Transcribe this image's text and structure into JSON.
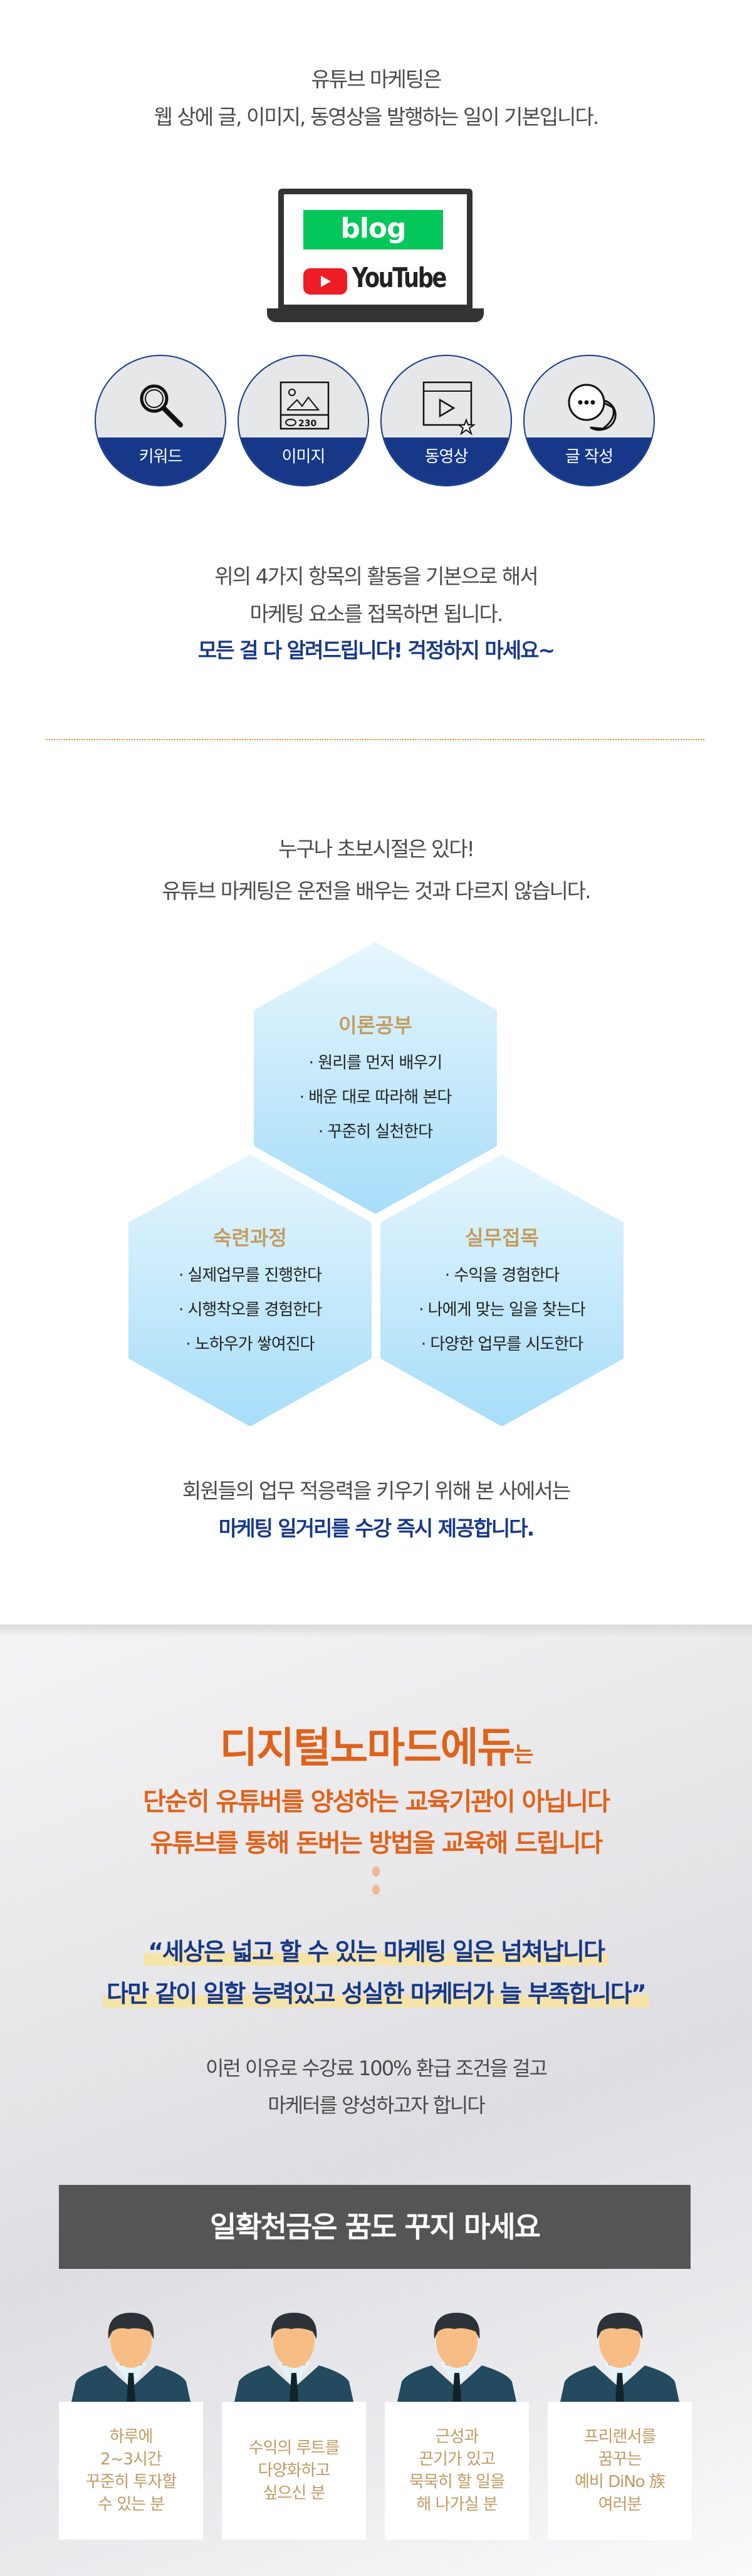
{
  "intro": {
    "line1": "유튜브 마케팅은",
    "line2": "웹 상에 글, 이미지, 동영상을 발행하는 일이 기본입니다."
  },
  "laptop": {
    "blog_logo": "blog",
    "youtube_logo": "YouTube"
  },
  "circles": [
    {
      "label": "키워드",
      "icon": "magnifier-icon"
    },
    {
      "label": "이미지",
      "icon": "image-icon",
      "views": "230"
    },
    {
      "label": "동영상",
      "icon": "video-icon"
    },
    {
      "label": "글 작성",
      "icon": "chat-bubbles-icon"
    }
  ],
  "summary": {
    "line1": "위의 4가지 항목의 활동을 기본으로 해서",
    "line2": "마케팅 요소를 접목하면 됩니다.",
    "highlight": "모든 걸 다 알려드립니다! 걱정하지 마세요~"
  },
  "section2": {
    "line1": "누구나 초보시절은 있다!",
    "line2": "유튜브 마케팅은 운전을 배우는 것과 다르지 않습니다."
  },
  "hexes": [
    {
      "title": "이론공부",
      "items": [
        "· 원리를 먼저 배우기",
        "· 배운 대로 따라해 본다",
        "· 꾸준히 실천한다"
      ]
    },
    {
      "title": "숙련과정",
      "items": [
        "· 실제업무를 진행한다",
        "· 시행착오를 경험한다",
        "· 노하우가 쌓여진다"
      ]
    },
    {
      "title": "실무접목",
      "items": [
        "· 수익을 경험한다",
        "· 나에게 맞는 일을 찾는다",
        "· 다양한 업무를 시도한다"
      ]
    }
  ],
  "offer": {
    "line1": "회원들의 업무 적응력을 키우기 위해 본 사에서는",
    "line2": "마케팅 일거리를 수강 즉시 제공합니다."
  },
  "brand": {
    "name": "디지털노마드에듀",
    "suffix": "는",
    "line1": "단순히 유튜버를 양성하는 교육기관이 아닙니다",
    "line2": "유튜브를 통해 돈버는 방법을 교육해 드립니다"
  },
  "quote": {
    "line1": "“세상은 넓고 할 수 있는 마케팅 일은 넘쳐납니다",
    "line2": "다만 같이 일할 능력있고 성실한 마케터가 늘 부족합니다”"
  },
  "refund": {
    "line1": "이런 이유로 수강료 100% 환급 조건을 걸고",
    "line2": "마케터를 양성하고자 합니다"
  },
  "banner": "일확천금은 꿈도 꾸지 마세요",
  "cards": [
    [
      "하루에",
      "2~3시간",
      "꾸준히 투자할",
      "수 있는 분"
    ],
    [
      "수익의 루트를",
      "다양화하고",
      "싶으신 분"
    ],
    [
      "근성과",
      "끈기가 있고",
      "묵묵히 할 일을",
      "해 나가실 분"
    ],
    [
      "프리랜서를",
      "꿈꾸는",
      "예비 DiNo 族",
      "여러분"
    ]
  ],
  "colors": {
    "navy": "#173889",
    "orange": "#e0621a",
    "gold": "#c29a62",
    "green": "#03c75a",
    "red": "#ee1c24"
  }
}
